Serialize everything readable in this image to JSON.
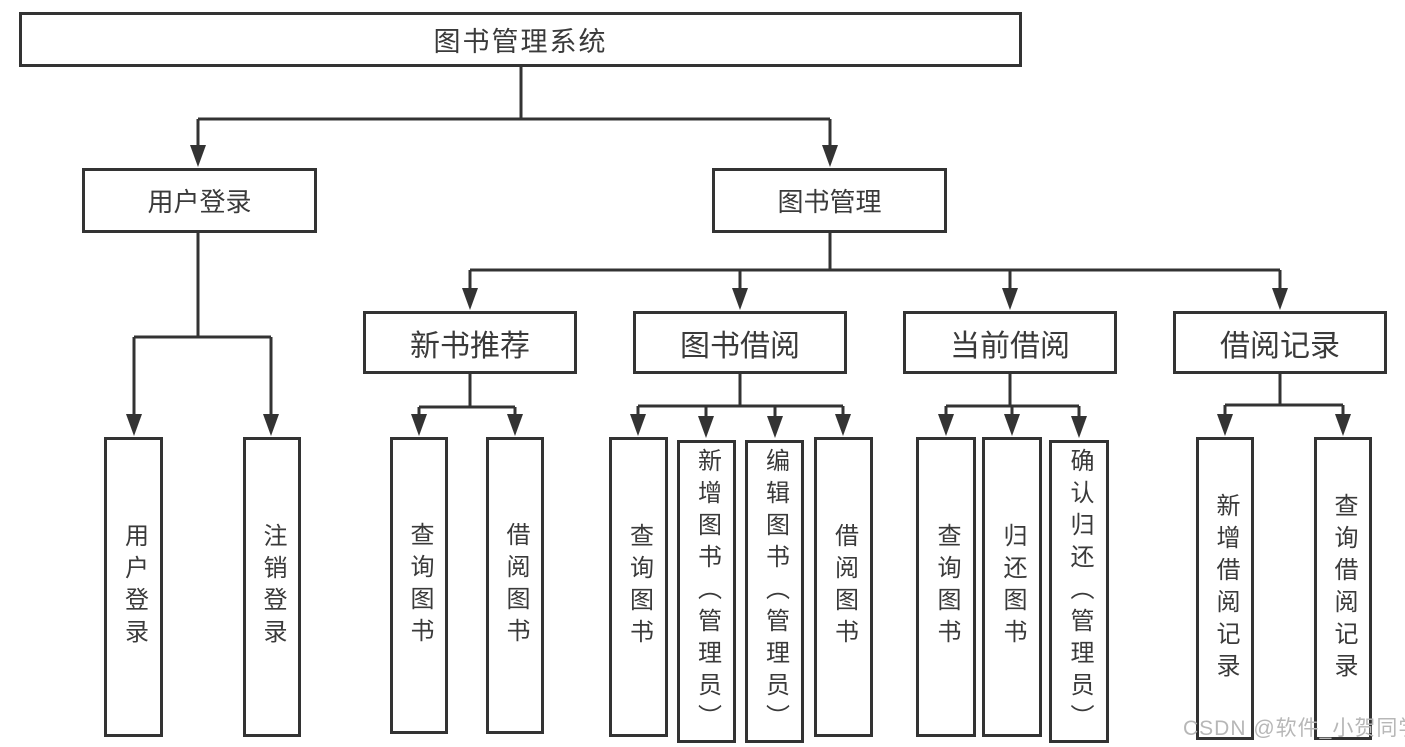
{
  "diagram": {
    "root": {
      "label": "图书管理系统"
    },
    "branches": [
      {
        "label": "用户登录",
        "children": [
          {
            "label": "用户登录"
          },
          {
            "label": "注销登录"
          }
        ]
      },
      {
        "label": "图书管理",
        "children": [
          {
            "label": "新书推荐",
            "children": [
              {
                "label": "查询图书"
              },
              {
                "label": "借阅图书"
              }
            ]
          },
          {
            "label": "图书借阅",
            "children": [
              {
                "label": "查询图书"
              },
              {
                "label": "新增图书（管理员）"
              },
              {
                "label": "编辑图书（管理员）"
              },
              {
                "label": "借阅图书"
              }
            ]
          },
          {
            "label": "当前借阅",
            "children": [
              {
                "label": "查询图书"
              },
              {
                "label": "归还图书"
              },
              {
                "label": "确认归还（管理员）"
              }
            ]
          },
          {
            "label": "借阅记录",
            "children": [
              {
                "label": "新增借阅记录"
              },
              {
                "label": "查询借阅记录"
              }
            ]
          }
        ]
      }
    ]
  },
  "watermark": {
    "text": "CSDN @软件_小贺同学"
  },
  "colors": {
    "line": "#333333",
    "border": "#333333",
    "text": "#3a3a3a",
    "watermark": "#b7b7b7",
    "background": "#ffffff"
  }
}
